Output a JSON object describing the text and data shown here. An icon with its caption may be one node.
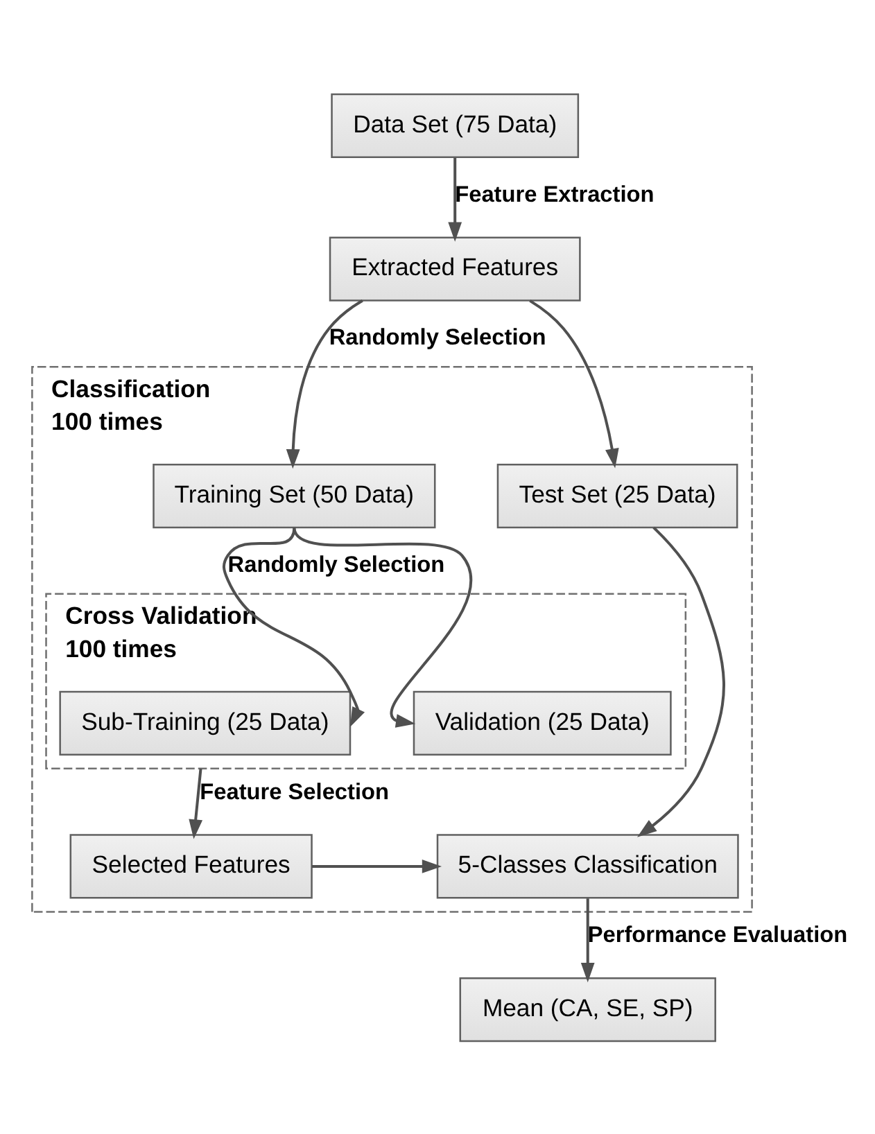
{
  "diagram": {
    "nodes": [
      {
        "text": [
          "Data Set (75 Data)"
        ]
      },
      {
        "text": [
          "Extracted Features"
        ]
      },
      {
        "text": [
          "Classification",
          "100 times"
        ]
      },
      {
        "text": [
          "Training Set (50 Data)"
        ],
        "in": 2
      },
      {
        "text": [
          "Test Set (25 Data)"
        ],
        "in": 2
      },
      {
        "text": [
          "Cross Validation",
          "100 times"
        ],
        "in": 2
      },
      {
        "text": [
          "Sub-Training (25 Data)"
        ],
        "in": 5
      },
      {
        "text": [
          "Validation (25 Data)"
        ],
        "in": 5
      },
      {
        "text": [
          "Selected Features"
        ],
        "in": 2
      },
      {
        "text": [
          "5-Classes Classification"
        ],
        "in": 2
      },
      {
        "text": [
          "Mean (CA, SE, SP)"
        ]
      }
    ],
    "edges": [
      {
        "from": 0,
        "to": 1,
        "arrow": "to",
        "label": "Feature Extraction"
      },
      {
        "from": 1,
        "to": 3,
        "arrow": "to",
        "label": "Randomly Selection"
      },
      {
        "from": 1,
        "to": 4,
        "arrow": "to"
      },
      {
        "from": 3,
        "to": 6,
        "arrow": "to",
        "label": "Randomly Selection"
      },
      {
        "from": 3,
        "to": 7,
        "arrow": "to"
      },
      {
        "from": 5,
        "to": 8,
        "arrow": "to",
        "label": "Feature Selection"
      },
      {
        "from": 4,
        "to": 9,
        "arrow": "to"
      },
      {
        "from": 8,
        "to": 9,
        "arrow": "to"
      },
      {
        "from": 9,
        "to": 10,
        "arrow": "to",
        "label": "Performance Evaluation"
      }
    ]
  }
}
